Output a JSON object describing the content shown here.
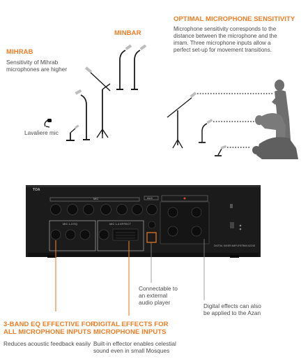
{
  "colors": {
    "accent": "#f07b22",
    "body_text": "#4b4b4b",
    "amplifier": "#1b1b1b",
    "person": "#6e6e6e"
  },
  "optimal": {
    "heading": "OPTIMAL MICROPHONE SENSITIVITY",
    "lines": [
      "Microphone sensitivity corresponds to the",
      "distance between the microphone and the",
      "imam. Three microphone inputs allow a",
      "perfect set-up for movement transitions."
    ]
  },
  "minbar": {
    "heading": "MINBAR"
  },
  "mihrab": {
    "heading": "MIHRAB",
    "lines": [
      "Sensitivity of Mihrab",
      "microphones are higher"
    ]
  },
  "lavaliere": {
    "label": "Lavaliere mic",
    "icon": "lavaliere-mic-icon"
  },
  "amplifier": {
    "brand": "TOA",
    "mic_label": "MIC",
    "aux_label": "AUX",
    "eq_label": "MIC 1-3 EQ",
    "effect_label": "MIC 1-4 EFFECT",
    "model_text": "DIGITAL MIXER AMPLIFIER",
    "model_number": "MX-6224D"
  },
  "connectable": {
    "lines": [
      "Connectable to",
      "an external",
      "audio player"
    ]
  },
  "digital_azan": {
    "lines": [
      "Digital effects can also",
      "be applied to the Azan"
    ]
  },
  "eq": {
    "heading_lines": [
      "3-BAND EQ EFFECTIVE FOR",
      "ALL MICROPHONE INPUTS"
    ],
    "body": "Reduces acoustic feedback easily"
  },
  "effects": {
    "heading_lines": [
      "DIGITAL EFFECTS FOR",
      "MICROPHONE INPUTS"
    ],
    "lines": [
      "Built-in effector enables celestial",
      "sound even in small Mosques"
    ]
  }
}
